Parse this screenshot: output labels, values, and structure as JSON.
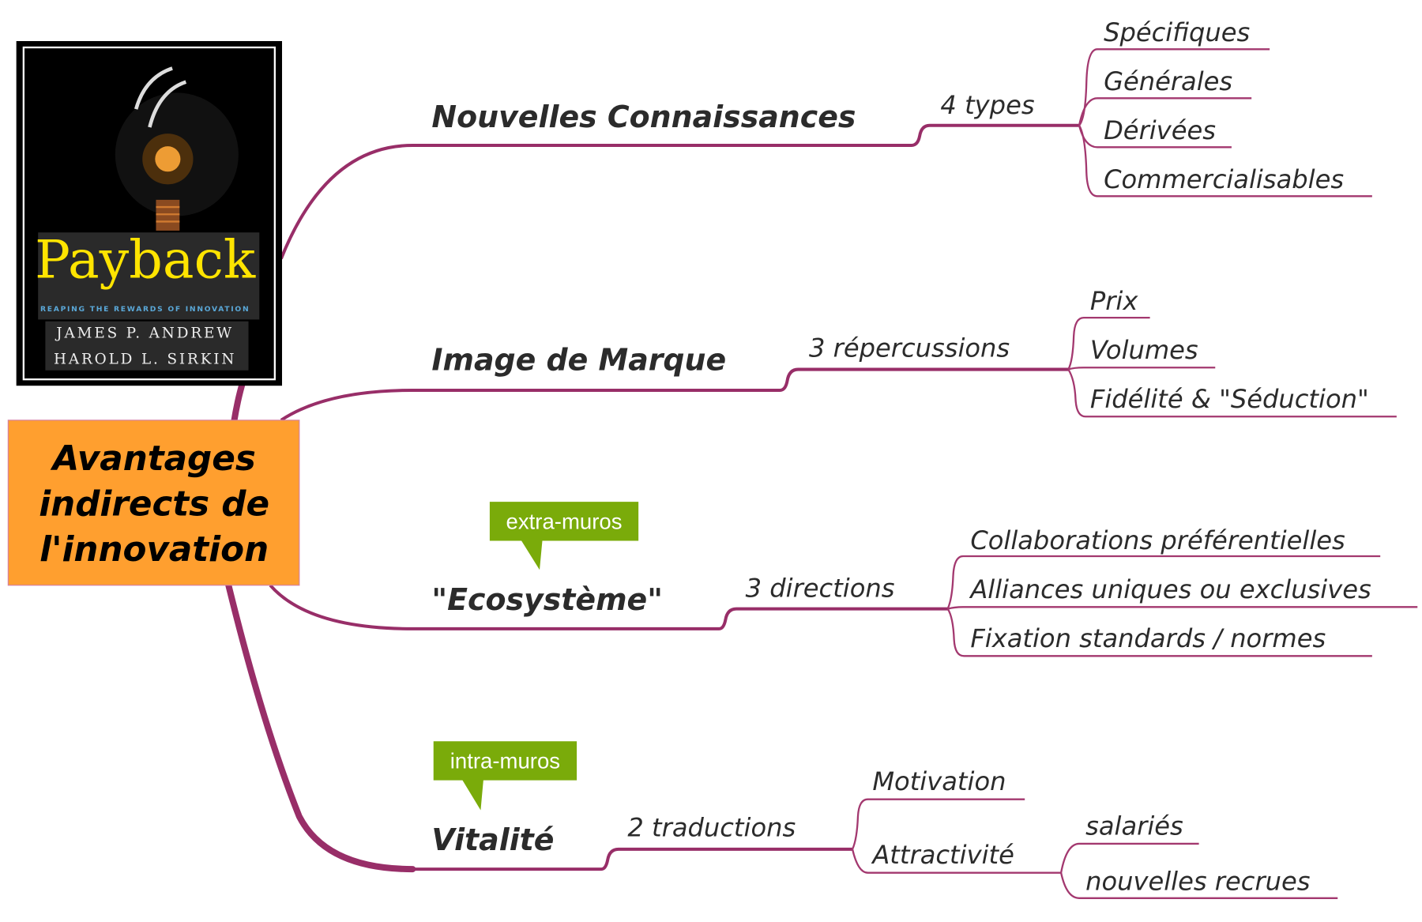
{
  "colors": {
    "branch": "#982e68",
    "center_fill": "#ff9f2f",
    "callout": "#7aab0a"
  },
  "book": {
    "title": "Payback",
    "subtitle": "REAPING THE REWARDS OF INNOVATION",
    "author1": "JAMES P. ANDREW",
    "author2": "HAROLD L. SIRKIN"
  },
  "center": {
    "line1": "Avantages",
    "line2": "indirects de",
    "line3": "l'innovation"
  },
  "branches": [
    {
      "title": "Nouvelles Connaissances",
      "sub": "4 types",
      "children": [
        "Spécifiques",
        "Générales",
        "Dérivées",
        "Commercialisables"
      ]
    },
    {
      "title": "Image de Marque",
      "sub": "3 répercussions",
      "children": [
        "Prix",
        "Volumes",
        "Fidélité & \"Séduction\""
      ]
    },
    {
      "title": "\"Ecosystème\"",
      "callout": "extra-muros",
      "sub": "3 directions",
      "children": [
        "Collaborations préférentielles",
        "Alliances uniques ou exclusives",
        "Fixation standards / normes"
      ]
    },
    {
      "title": "Vitalité",
      "callout": "intra-muros",
      "sub": "2 traductions",
      "children": [
        "Motivation",
        "Attractivité"
      ],
      "grandchildren": [
        "salariés",
        "nouvelles recrues"
      ]
    }
  ]
}
